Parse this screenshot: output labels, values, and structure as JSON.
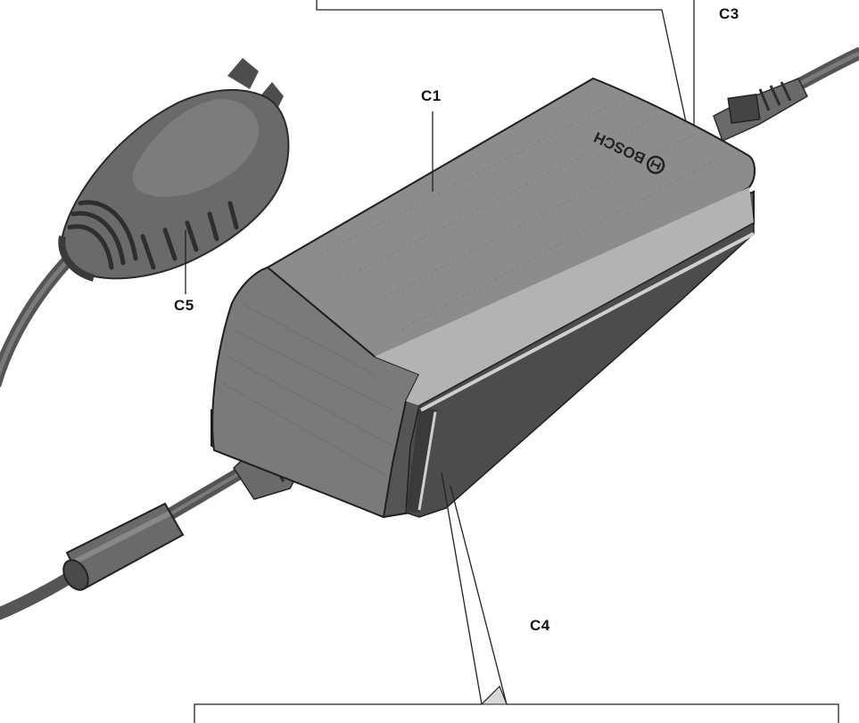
{
  "figure": {
    "logo_text": "BOSCH",
    "callouts": {
      "c1": "C1",
      "c3": "C3",
      "c4": "C4",
      "c5": "C5"
    }
  },
  "colors": {
    "body_top": "#8c8c8c",
    "body_side": "#5f5f5f",
    "body_dark": "#4a4a4a",
    "accent_band": "#b5b5b5",
    "cable": "#5a5a5a",
    "plug": "#6b6b6b",
    "outline": "#222222"
  }
}
